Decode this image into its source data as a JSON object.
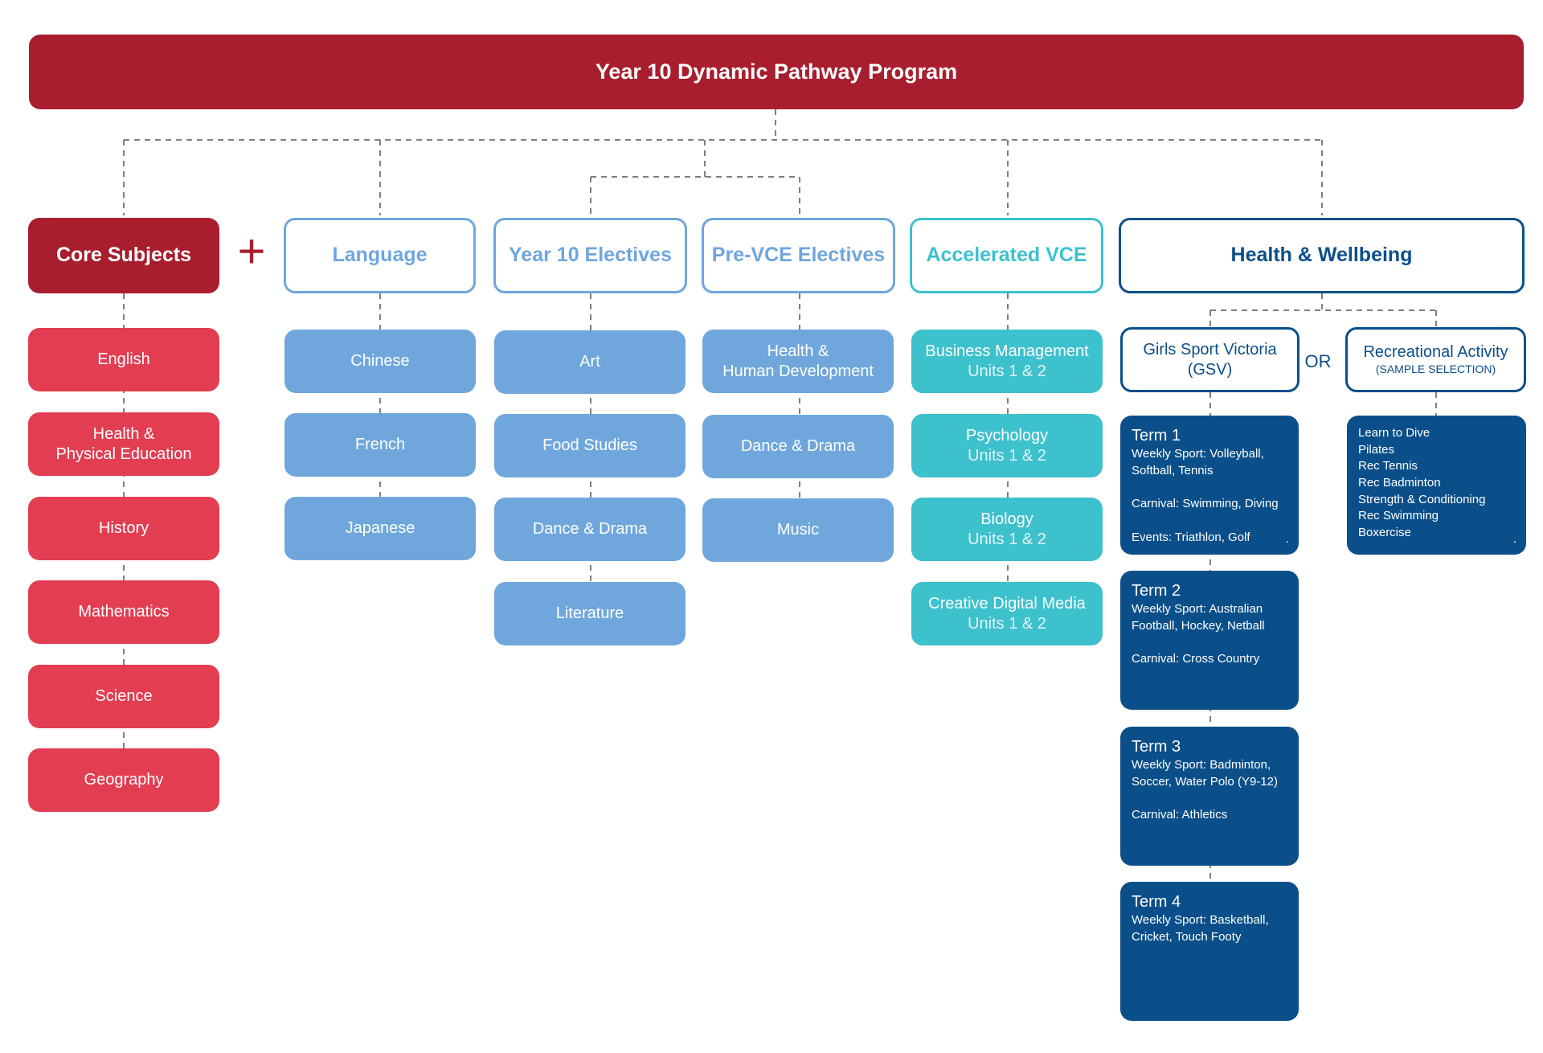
{
  "title": "Year 10 Dynamic Pathway Program",
  "core": {
    "header": "Core Subjects",
    "plus": "+",
    "items": [
      {
        "line1": "English"
      },
      {
        "line1": "Health &",
        "line2": "Physical Education"
      },
      {
        "line1": "History"
      },
      {
        "line1": "Mathematics"
      },
      {
        "line1": "Science"
      },
      {
        "line1": "Geography"
      }
    ]
  },
  "language": {
    "header": "Language",
    "items": [
      "Chinese",
      "French",
      "Japanese"
    ]
  },
  "electives": {
    "header": "Year 10 Electives",
    "items": [
      "Art",
      "Food Studies",
      "Dance & Drama",
      "Literature"
    ]
  },
  "prevce": {
    "header": "Pre-VCE Electives",
    "items": [
      {
        "line1": "Health &",
        "line2": "Human Development"
      },
      {
        "line1": "Dance & Drama"
      },
      {
        "line1": "Music"
      }
    ]
  },
  "vce": {
    "header": "Accelerated VCE",
    "items": [
      {
        "name": "Business Management",
        "units": "Units 1 & 2"
      },
      {
        "name": "Psychology",
        "units": "Units 1 & 2"
      },
      {
        "name": "Biology",
        "units": "Units 1 & 2"
      },
      {
        "name": "Creative Digital Media",
        "units": "Units 1 & 2"
      }
    ]
  },
  "wellbeing": {
    "header": "Health & Wellbeing",
    "gsv": {
      "line1": "Girls Sport Victoria",
      "line2": "(GSV)"
    },
    "or": "OR",
    "rec": {
      "line1": "Recreational Activity",
      "line2": "(SAMPLE SELECTION)"
    },
    "terms": [
      {
        "title": "Term 1",
        "sport1": "Weekly Sport: Volleyball,",
        "sport2": "Softball, Tennis",
        "carnival": "Carnival: Swimming, Diving",
        "events": "Events: Triathlon, Golf",
        "dot": "."
      },
      {
        "title": "Term 2",
        "sport1": "Weekly Sport: Australian",
        "sport2": "Football, Hockey, Netball",
        "carnival": "Carnival: Cross Country"
      },
      {
        "title": "Term 3",
        "sport1": "Weekly Sport: Badminton,",
        "sport2": "Soccer, Water Polo (Y9-12)",
        "carnival": "Carnival: Athletics"
      },
      {
        "title": "Term 4",
        "sport1": "Weekly Sport: Basketball,",
        "sport2": "Cricket, Touch Footy"
      }
    ],
    "activities": [
      "Learn to Dive",
      "Pilates",
      "Rec Tennis",
      "Rec Badminton",
      "Strength & Conditioning",
      "Rec Swimming",
      "Boxercise"
    ],
    "activities_dot": "."
  },
  "colors": {
    "title_red": "#a81e2e",
    "core_red": "#e23d51",
    "language_blue": "#6fa7dc",
    "vce_teal": "#3cc1cd",
    "wellbeing_navy": "#0b4f8a"
  }
}
